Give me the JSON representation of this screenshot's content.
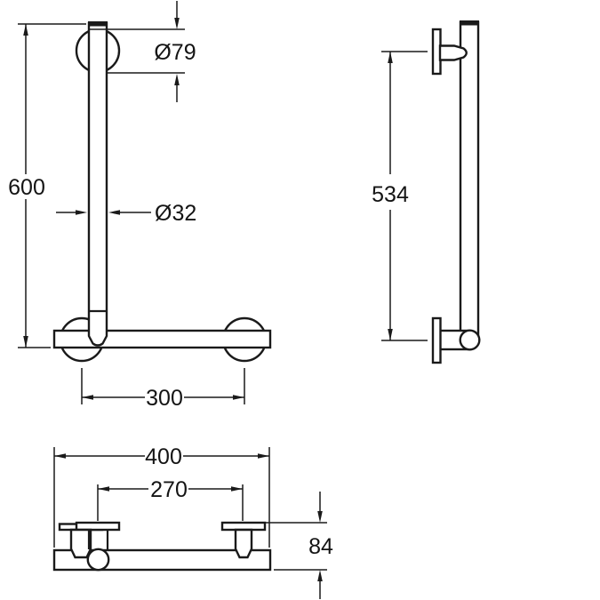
{
  "drawing": {
    "type": "technical-dimension-drawing",
    "subject": "L-shaped grab rail, three orthographic views",
    "colors": {
      "background": "#ffffff",
      "line": "#1a1a1a",
      "text": "#141414"
    },
    "views": {
      "front": {
        "overall_height": "600",
        "flange_diameter": "Ø79",
        "tube_diameter": "Ø32",
        "lower_flange_spacing": "300"
      },
      "side": {
        "mount_center_distance": "534"
      },
      "bottom": {
        "bar_length": "400",
        "bracket_spacing": "270",
        "wall_offset_depth": "84"
      }
    }
  }
}
